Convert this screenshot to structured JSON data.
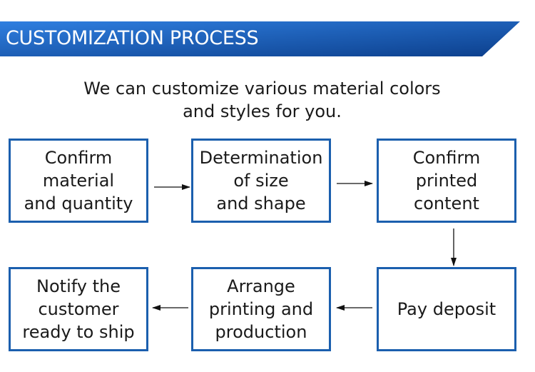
{
  "header": {
    "title": "CUSTOMIZATION PROCESS"
  },
  "intro": {
    "line1": "We can customize various material colors",
    "line2": "and styles for you."
  },
  "steps": [
    {
      "label": "Confirm\nmaterial\nand quantity"
    },
    {
      "label": "Determination\nof size\nand shape"
    },
    {
      "label": "Confirm\nprinted\ncontent"
    },
    {
      "label": "Pay deposit"
    },
    {
      "label": "Arrange\nprinting and\nproduction"
    },
    {
      "label": "Notify the\ncustomer\nready to ship"
    }
  ],
  "colors": {
    "banner_dark": "#0c3f8c",
    "banner_light": "#2f7fe0",
    "box_border": "#1b5fae",
    "arrow": "#111111"
  }
}
